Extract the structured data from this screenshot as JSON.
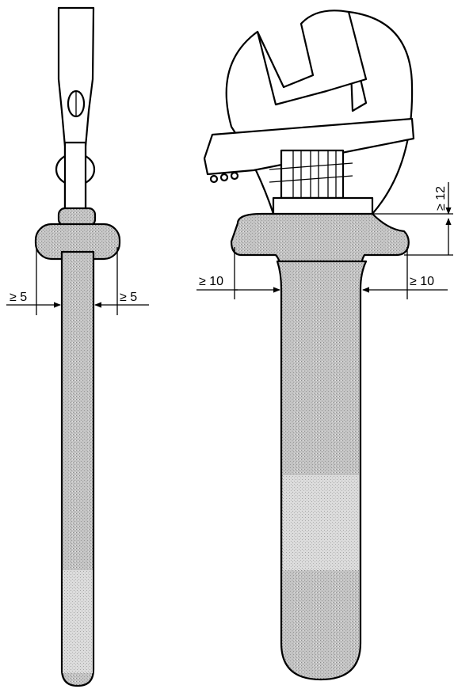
{
  "dimensions": {
    "left_side_min": "≥ 5",
    "right_side_min": "≥ 5",
    "guard_left_min": "≥ 10",
    "guard_right_min": "≥ 10",
    "guard_height_min": "≥ 12"
  },
  "colors": {
    "line": "#000000",
    "shade": "#bdbdbd",
    "background": "#ffffff"
  }
}
